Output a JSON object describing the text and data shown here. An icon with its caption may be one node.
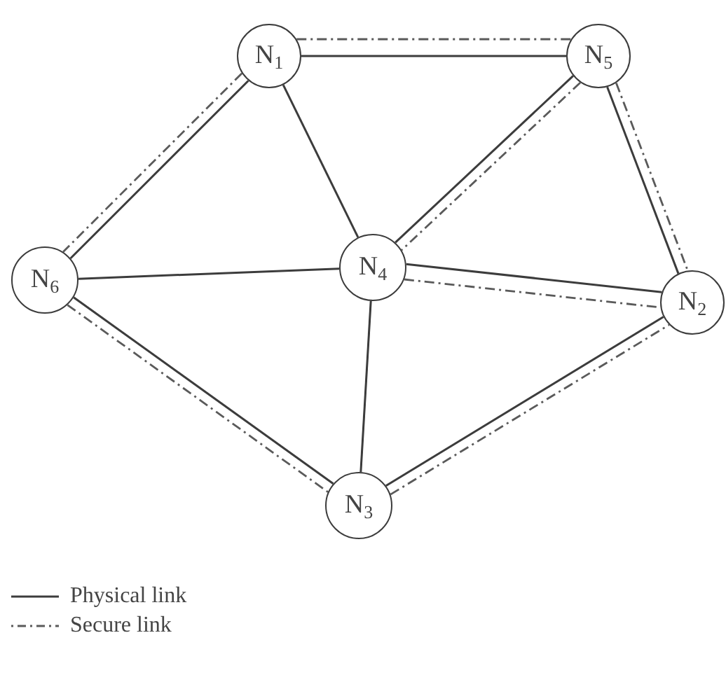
{
  "diagram": {
    "nodes": [
      {
        "text": [
          "N$_{1}$"
        ]
      },
      {
        "text": [
          "N$_{5}$"
        ]
      },
      {
        "text": [
          "N$_{6}$"
        ]
      },
      {
        "text": [
          "N$_{4}$"
        ]
      },
      {
        "text": [
          "N$_{2}$"
        ]
      },
      {
        "text": [
          "N$_{3}$"
        ]
      }
    ],
    "edges": [
      {
        "from": 0,
        "to": 1,
        "arrow": "none"
      },
      {
        "from": 0,
        "to": 1,
        "arrow": "none",
        "style": "dashed"
      },
      {
        "from": 0,
        "to": 2,
        "arrow": "none"
      },
      {
        "from": 0,
        "to": 2,
        "arrow": "none",
        "style": "dashed"
      },
      {
        "from": 0,
        "to": 3,
        "arrow": "none"
      },
      {
        "from": 1,
        "to": 3,
        "arrow": "none"
      },
      {
        "from": 1,
        "to": 3,
        "arrow": "none",
        "style": "dashed"
      },
      {
        "from": 1,
        "to": 4,
        "arrow": "none"
      },
      {
        "from": 1,
        "to": 4,
        "arrow": "none",
        "style": "dashed"
      },
      {
        "from": 2,
        "to": 3,
        "arrow": "none"
      },
      {
        "from": 3,
        "to": 4,
        "arrow": "none"
      },
      {
        "from": 3,
        "to": 4,
        "arrow": "none",
        "style": "dashed"
      },
      {
        "from": 3,
        "to": 5,
        "arrow": "none"
      },
      {
        "from": 2,
        "to": 5,
        "arrow": "none"
      },
      {
        "from": 2,
        "to": 5,
        "arrow": "none",
        "style": "dashed"
      },
      {
        "from": 5,
        "to": 4,
        "arrow": "none"
      },
      {
        "from": 5,
        "to": 4,
        "arrow": "none",
        "style": "dashed"
      }
    ],
    "legend": [
      {
        "text": "Physical link"
      },
      {
        "text": "Secure link"
      }
    ]
  }
}
